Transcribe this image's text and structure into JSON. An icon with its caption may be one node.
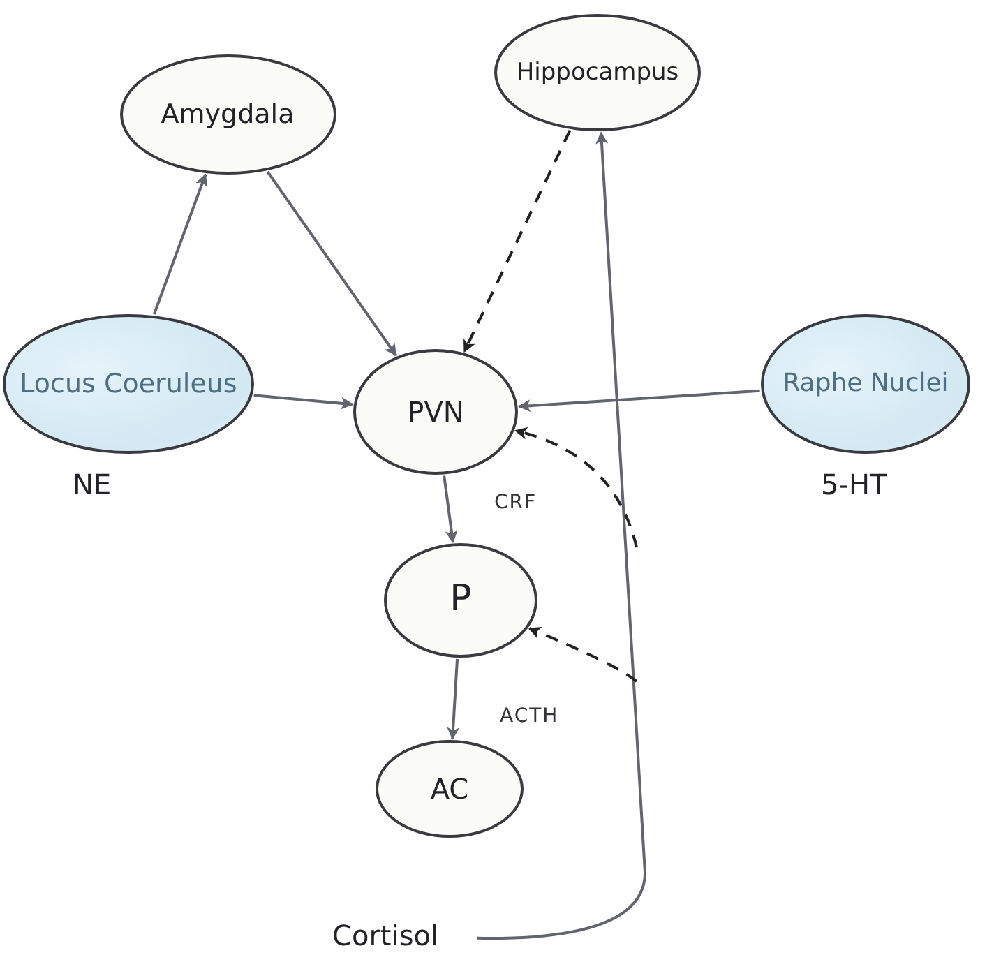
{
  "diagram": {
    "nodes": [
      {
        "text": [
          "Amygdala"
        ]
      },
      {
        "text": [
          "Hippocampus"
        ]
      },
      {
        "text": [
          "Locus Coeruleus"
        ],
        "beside": [
          "NE"
        ]
      },
      {
        "text": [
          "PVN"
        ]
      },
      {
        "text": [
          "Raphe Nuclei"
        ],
        "beside": [
          "5-HT"
        ]
      },
      {
        "text": [
          "P"
        ]
      },
      {
        "text": [
          "AC"
        ]
      },
      {
        "text": [
          "Cortisol"
        ]
      }
    ],
    "edges": [
      {
        "from": 2,
        "to": 0,
        "arrow": "to"
      },
      {
        "from": 0,
        "to": 3,
        "arrow": "to"
      },
      {
        "from": 1,
        "to": 3,
        "arrow": "to",
        "style": "dashed",
        "color": "#222222"
      },
      {
        "from": 2,
        "to": 3,
        "arrow": "to"
      },
      {
        "from": 4,
        "to": 3,
        "arrow": "to"
      },
      {
        "from": 3,
        "to": 5,
        "arrow": "to",
        "label": "CRF"
      },
      {
        "from": 5,
        "to": 6,
        "arrow": "to",
        "label": "ACTH"
      },
      {
        "from": 7,
        "to": 1,
        "arrow": "to"
      },
      {
        "from": null,
        "to": 3,
        "arrow": "to",
        "style": "dashed",
        "color": "#222222"
      },
      {
        "from": null,
        "to": 5,
        "arrow": "to",
        "style": "dashed",
        "color": "#222222"
      }
    ]
  }
}
